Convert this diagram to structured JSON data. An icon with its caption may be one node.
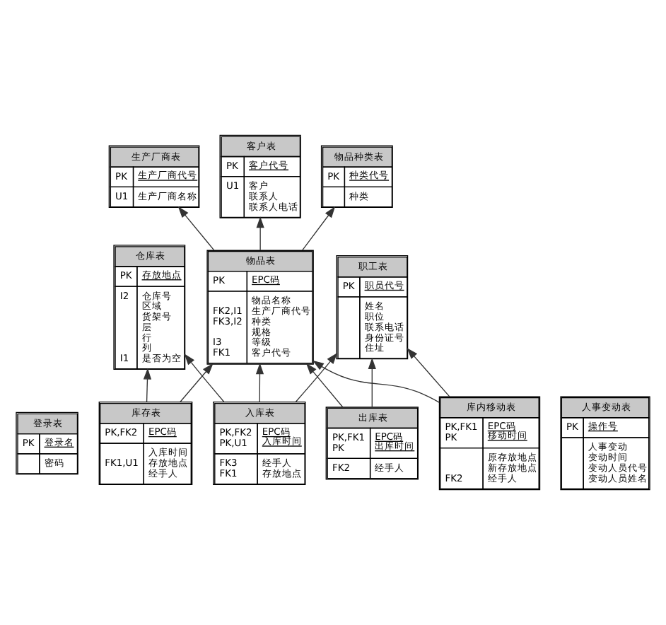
{
  "diagram": {
    "nodes": [
      {
        "text": [
          "登录表",
          "PK",
          "登录名",
          "密码"
        ]
      },
      {
        "text": [
          "仓库表",
          "PK",
          "存放地点",
          "I2",
          "仓库号",
          "区域",
          "货架号",
          "层",
          "行",
          "列",
          "I1",
          "是否为空"
        ]
      },
      {
        "text": [
          "生产厂商表",
          "PK",
          "生产厂商代号",
          "U1",
          "生产厂商名称"
        ]
      },
      {
        "text": [
          "客户表",
          "PK",
          "客户代号",
          "U1",
          "客户",
          "联系人",
          "联系人电话"
        ]
      },
      {
        "text": [
          "物品种类表",
          "PK",
          "种类代号",
          "种类"
        ]
      },
      {
        "text": [
          "物品表",
          "PK",
          "EPC码",
          "FK2,I1",
          "FK3,I2",
          "I3",
          "FK1",
          "物品名称",
          "生产厂商代号",
          "种类",
          "规格",
          "等级",
          "客户代号"
        ]
      },
      {
        "text": [
          "职工表",
          "PK",
          "职员代号",
          "姓名",
          "职位",
          "联系电话",
          "身份证号",
          "住址"
        ]
      },
      {
        "text": [
          "库存表",
          "PK,FK2",
          "EPC码",
          "FK1,U1",
          "入库时间",
          "存放地点",
          "经手人"
        ]
      },
      {
        "text": [
          "出库表",
          "PK,FK1",
          "PK",
          "EPC码",
          "出库时间",
          "FK2",
          "经手人"
        ]
      },
      {
        "text": [
          "入库表",
          "PK,FK2",
          "PK,U1",
          "EPC码",
          "入库时间",
          "FK3",
          "FK1",
          "经手人",
          "存放地点"
        ]
      },
      {
        "text": [
          "库内移动表",
          "PK,FK1",
          "PK",
          "EPC码",
          "移动时间",
          "FK2",
          "原存放地点",
          "新存放地点",
          "经手人"
        ]
      },
      {
        "text": [
          "人事变动表",
          "PK",
          "操作号",
          "人事变动",
          "变动时间",
          "变动人员代号",
          "变动人员姓名"
        ]
      }
    ],
    "edges": [
      {
        "from": 5,
        "to": 2,
        "arrow": "to"
      },
      {
        "from": 5,
        "to": 3,
        "arrow": "to"
      },
      {
        "from": 5,
        "to": 4,
        "arrow": "to"
      },
      {
        "from": 8,
        "to": 6,
        "arrow": "to"
      },
      {
        "from": 7,
        "to": 1,
        "arrow": "to"
      },
      {
        "from": 9,
        "to": 1,
        "arrow": "to"
      },
      {
        "from": 9,
        "to": 6,
        "arrow": "to"
      },
      {
        "from": 10,
        "to": 6,
        "arrow": "to"
      },
      {
        "from": 7,
        "to": 5,
        "arrow": "to"
      },
      {
        "from": 8,
        "to": 5,
        "arrow": "to"
      },
      {
        "from": 10,
        "to": 5,
        "arrow": "to"
      },
      {
        "from": 9,
        "to": 5,
        "arrow": "to"
      }
    ]
  }
}
